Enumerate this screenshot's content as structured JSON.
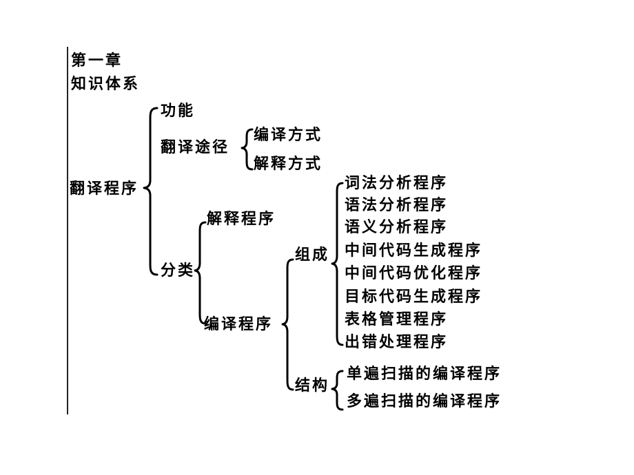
{
  "header": {
    "chapter": "第一章",
    "subtitle": "知识体系"
  },
  "tree": {
    "root": "翻译程序",
    "function": "功能",
    "approach": {
      "label": "翻译途径",
      "items": [
        "编译方式",
        "解释方式"
      ]
    },
    "classification": {
      "label": "分类",
      "interpreter": "解释程序",
      "compiler": {
        "label": "编译程序",
        "composition": {
          "label": "组成",
          "items": [
            "词法分析程序",
            "语法分析程序",
            "语义分析程序",
            "中间代码生成程序",
            "中间代码优化程序",
            "目标代码生成程序",
            "表格管理程序",
            "出错处理程序"
          ]
        },
        "structure": {
          "label": "结构",
          "items": [
            "单遍扫描的编译程序",
            "多遍扫描的编译程序"
          ]
        }
      }
    }
  }
}
